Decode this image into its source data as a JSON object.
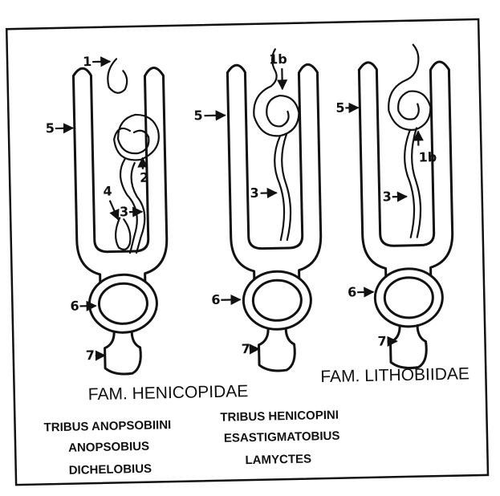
{
  "colors": {
    "ink": "#111111",
    "paper": "#ffffff"
  },
  "labels": {
    "n1": "1",
    "n1b": "1b",
    "n2": "2",
    "n3": "3",
    "n4": "4",
    "n5": "5",
    "n6": "6",
    "n7": "7"
  },
  "captions": {
    "family_henicopidae": "FAM. HENICOPIDAE",
    "family_lithobiidae": "FAM. LITHOBIIDAE",
    "tribus_anopsobiini": "TRIBUS ANOPSOBIINI",
    "genus_anopsobius": "ANOPSOBIUS",
    "genus_dichelobius": "DICHELOBIUS",
    "tribus_henicopini": "TRIBUS HENICOPINI",
    "genus_esastigmatobius": "ESASTIGMATOBIUS",
    "genus_lamyctes": "LAMYCTES"
  }
}
